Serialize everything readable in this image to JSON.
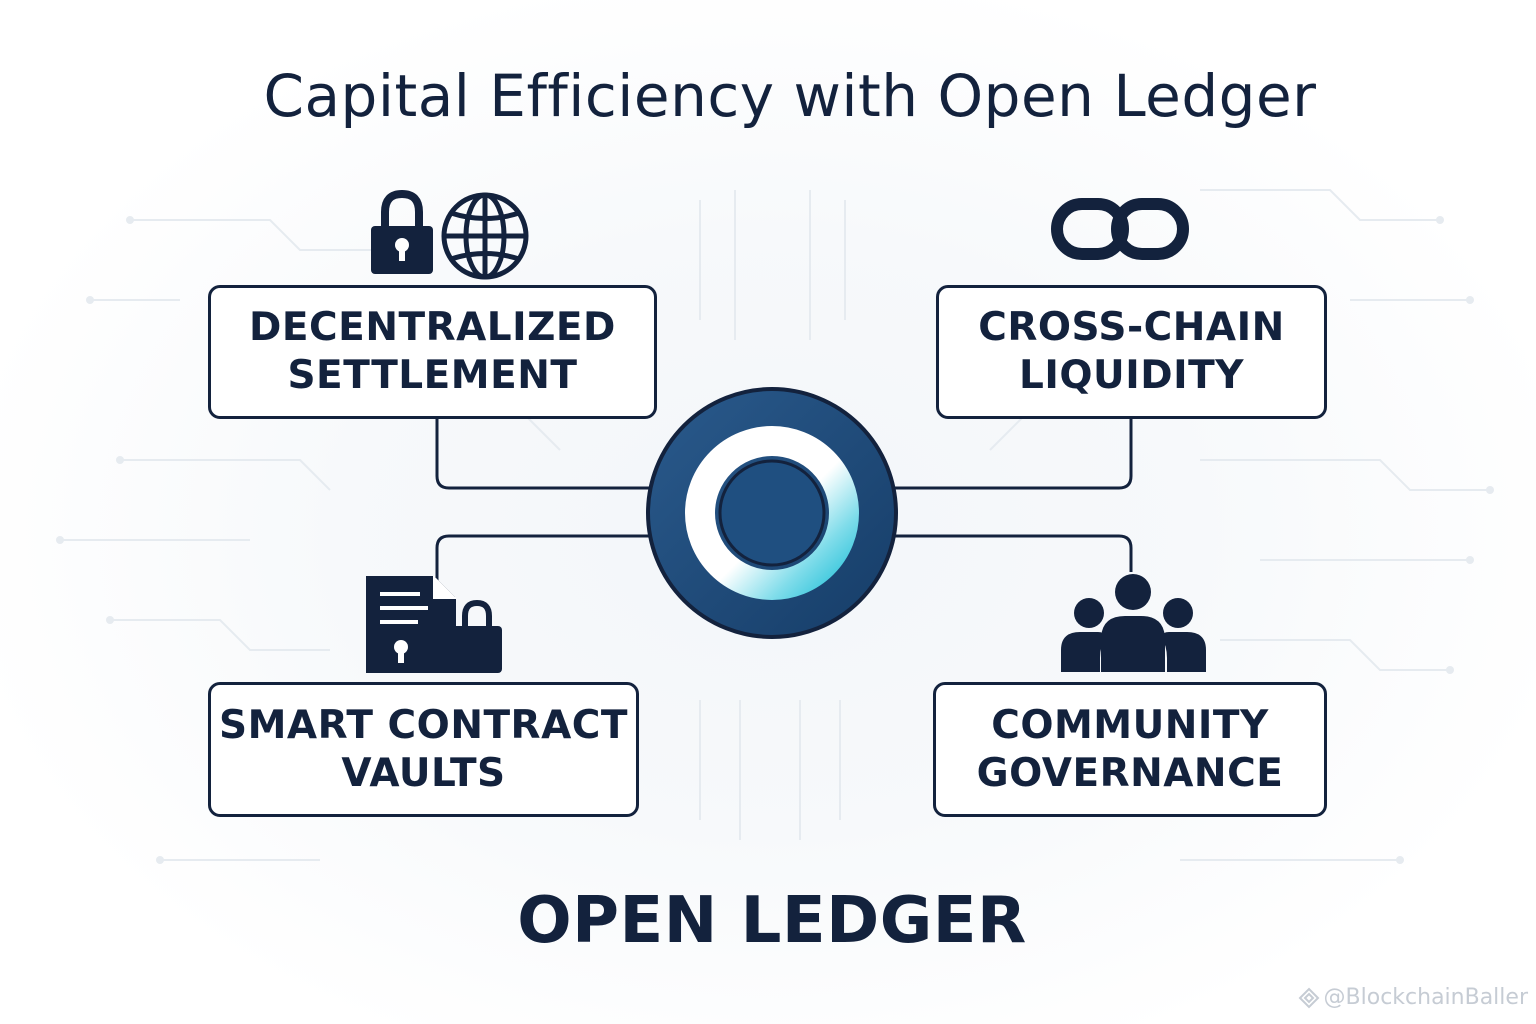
{
  "title": "Capital Efficiency with Open Ledger",
  "footer": "OPEN LEDGER",
  "watermark": "@BlockchainBaller",
  "pillars": {
    "settlement": {
      "line1": "DECENTRALIZED",
      "line2": "SETTLEMENT",
      "icons": [
        "padlock-icon",
        "globe-icon"
      ]
    },
    "liquidity": {
      "line1": "CROSS-CHAIN",
      "line2": "LIQUIDITY",
      "icons": [
        "chain-link-icon"
      ]
    },
    "vaults": {
      "line1": "SMART CONTRACT",
      "line2": "VAULTS",
      "icons": [
        "document-icon",
        "padlock-icon"
      ]
    },
    "governance": {
      "line1": "COMMUNITY",
      "line2": "GOVERNANCE",
      "icons": [
        "people-group-icon"
      ]
    }
  },
  "center": {
    "icon": "open-ledger-logo"
  },
  "colors": {
    "ink": "#13223d",
    "navy": "#1d4a78",
    "cyan": "#35c9df",
    "circuit": "#e3e8ee"
  }
}
